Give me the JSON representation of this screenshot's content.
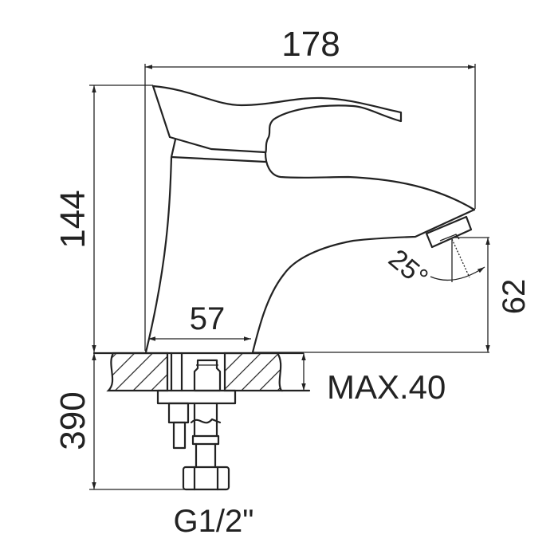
{
  "drawing": {
    "title": "Basin faucet dimension drawing",
    "dimensions": {
      "overall_length": "178",
      "height": "144",
      "base_width": "57",
      "spout_height": "62",
      "spout_angle": "25°",
      "max_counter_thickness": "MAX.40",
      "hose_length": "390",
      "connection_thread": "G1/2\""
    },
    "colors": {
      "line": "#222222",
      "background": "#ffffff"
    }
  }
}
